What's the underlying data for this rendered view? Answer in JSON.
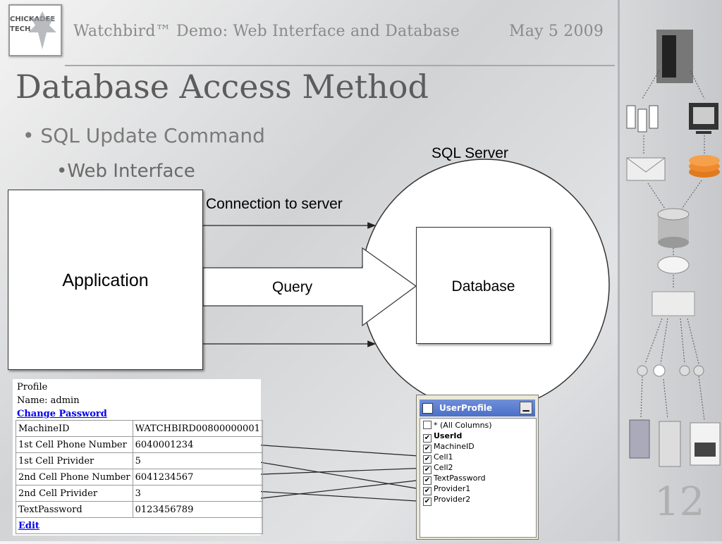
{
  "header": {
    "logo_line1": "CHICKADEE",
    "logo_line2": "TECH",
    "left": "Watchbird™ Demo: Web Interface and Database",
    "right": "May 5 2009"
  },
  "slide": {
    "title": "Database Access Method",
    "bullet1": "• SQL Update Command",
    "bullet2": "•Web Interface",
    "page_number": "12"
  },
  "diagram": {
    "sql_server_label": "SQL Server",
    "application_label": "Application",
    "database_label": "Database",
    "connection_label": "Connection to server",
    "query_label": "Query"
  },
  "profile": {
    "heading": "Profile",
    "name_line": "Name: admin",
    "change_password": "Change Password",
    "rows": [
      {
        "label": "MachineID",
        "value": "WATCHBIRD00800000001"
      },
      {
        "label": "1st Cell Phone Number",
        "value": "6040001234"
      },
      {
        "label": "1st Cell Privider",
        "value": "5"
      },
      {
        "label": "2nd Cell Phone Number",
        "value": "6041234567"
      },
      {
        "label": "2nd Cell Privider",
        "value": "3"
      },
      {
        "label": "TextPassword",
        "value": "0123456789"
      }
    ],
    "edit": "Edit"
  },
  "user_profile_table": {
    "title": "UserProfile",
    "columns": [
      {
        "label": "* (All Columns)",
        "checked": false
      },
      {
        "label": "UserId",
        "checked": true
      },
      {
        "label": "MachineID",
        "checked": true
      },
      {
        "label": "Cell1",
        "checked": true
      },
      {
        "label": "Cell2",
        "checked": true
      },
      {
        "label": "TextPassword",
        "checked": true
      },
      {
        "label": "Provider1",
        "checked": true
      },
      {
        "label": "Provider2",
        "checked": true
      }
    ]
  },
  "sidebar_icons": [
    "person-photo-icon",
    "pda-devices-icon",
    "computer-monitor-icon",
    "envelope-icon",
    "server-disks-icon",
    "database-cylinder-icon",
    "cloud-icon",
    "gateway-box-icon",
    "sensor-nodes-icon",
    "door-icon",
    "fridge-icon",
    "stove-icon"
  ]
}
